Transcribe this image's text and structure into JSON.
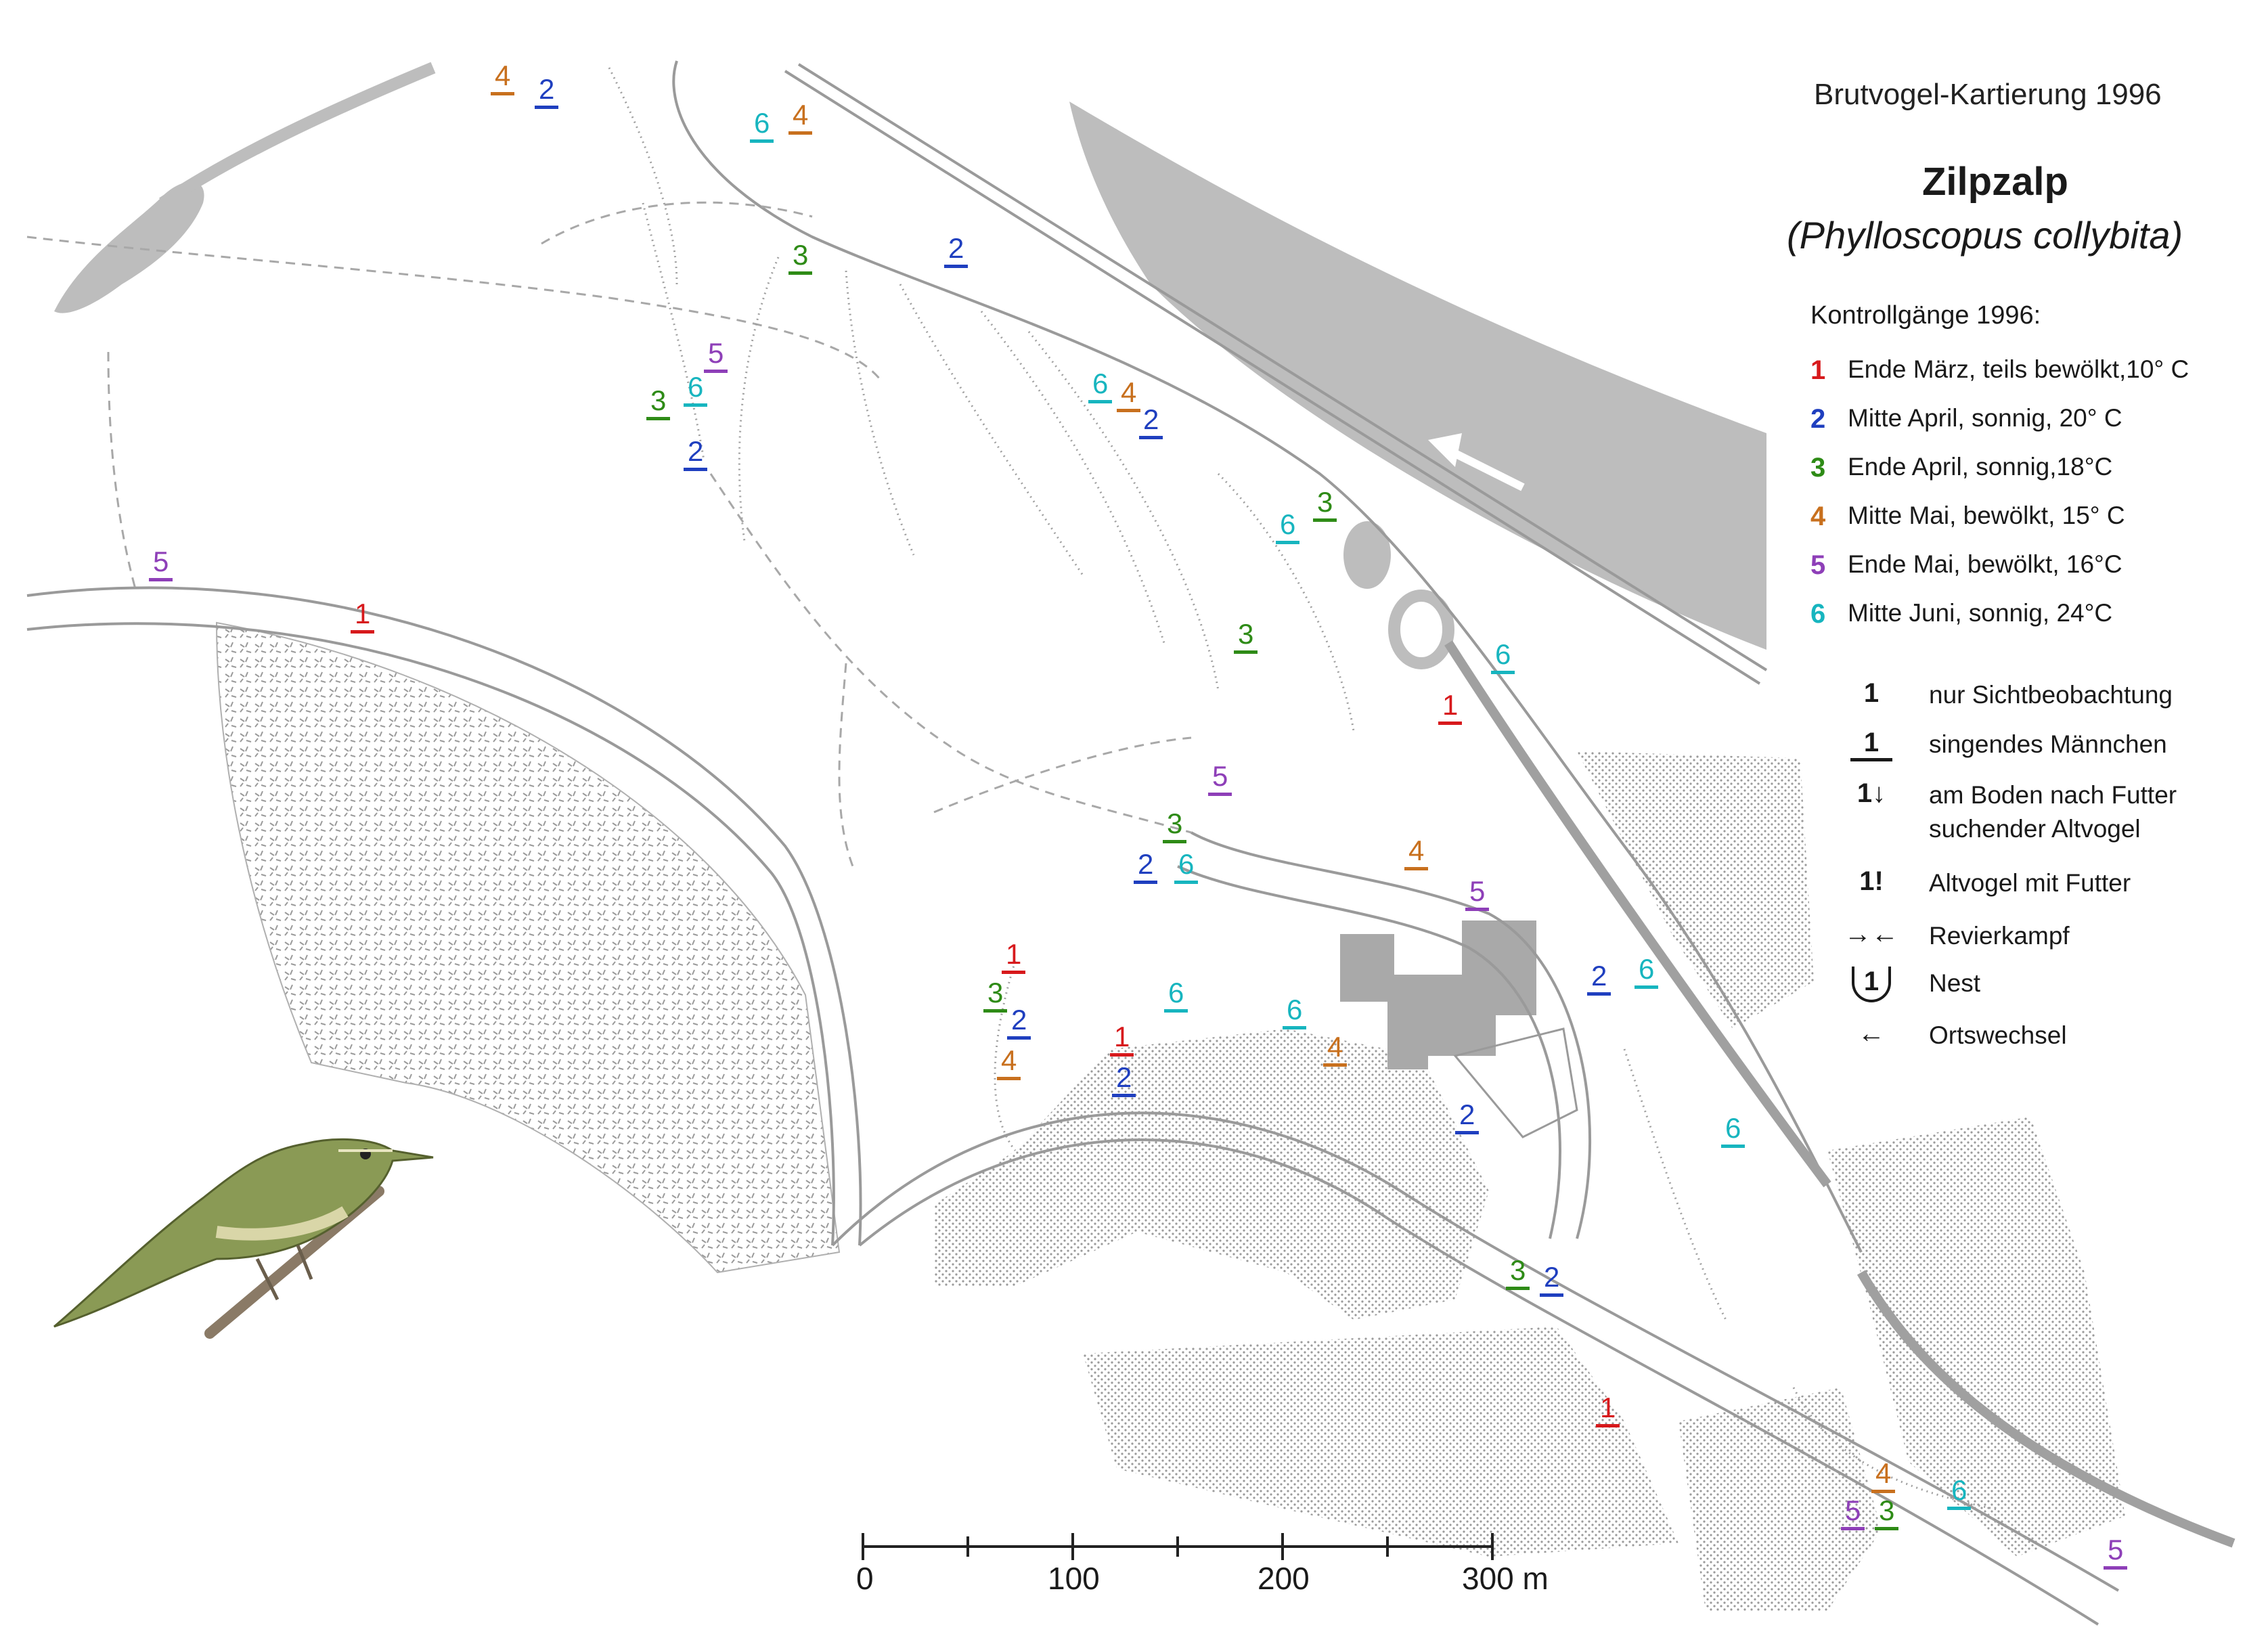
{
  "title": "Brutvogel-Kartierung 1996",
  "species": {
    "name": "Zilpzalp",
    "latin": "(Phylloscopus collybita)"
  },
  "legend": {
    "heading": "Kontrollgänge 1996:",
    "visits": [
      {
        "num": "1",
        "label": "Ende März, teils bewölkt,10° C",
        "color": "#d7191c"
      },
      {
        "num": "2",
        "label": "Mitte April, sonnig, 20° C",
        "color": "#1f3fbf"
      },
      {
        "num": "3",
        "label": "Ende April, sonnig,18°C",
        "color": "#2e8b16"
      },
      {
        "num": "4",
        "label": "Mitte Mai, bewölkt, 15° C",
        "color": "#c8701e"
      },
      {
        "num": "5",
        "label": "Ende Mai, bewölkt, 16°C",
        "color": "#8e3fb8"
      },
      {
        "num": "6",
        "label": "Mitte Juni, sonnig, 24°C",
        "color": "#17b5bf"
      }
    ],
    "symbols": [
      {
        "glyph": "1",
        "icon": "sight-observation-icon",
        "label": "nur Sichtbeobachtung"
      },
      {
        "glyph": "1",
        "icon": "singing-male-icon",
        "label": "singendes Männchen"
      },
      {
        "glyph": "1↓",
        "icon": "foraging-icon",
        "label": "am Boden nach Futter suchender Altvogel"
      },
      {
        "glyph": "1!",
        "icon": "feeding-icon",
        "label": "Altvogel mit Futter"
      },
      {
        "glyph": "→←",
        "icon": "territorial-fight-icon",
        "label": "Revierkampf"
      },
      {
        "glyph": "1",
        "icon": "nest-icon",
        "label": "Nest"
      },
      {
        "glyph": "←",
        "icon": "movement-arrow-icon",
        "label": "Ortswechsel"
      }
    ]
  },
  "scale": {
    "ticks": [
      "0",
      "100",
      "200",
      "300 m"
    ]
  },
  "colors": {
    "water": "#bdbdbd",
    "building": "#a9a9a9",
    "path": "#9a9a9a",
    "hatch": "#b5b5b5"
  },
  "observations": [
    {
      "visit": 4,
      "label": "4"
    },
    {
      "visit": 2,
      "label": "2"
    },
    {
      "visit": 6,
      "label": "6"
    },
    {
      "visit": 4,
      "label": "4"
    },
    {
      "visit": 3,
      "label": "3"
    },
    {
      "visit": 2,
      "label": "2"
    },
    {
      "visit": 5,
      "label": "5"
    },
    {
      "visit": 3,
      "label": "3"
    },
    {
      "visit": 6,
      "label": "6"
    },
    {
      "visit": 2,
      "label": "2"
    },
    {
      "visit": 6,
      "label": "6"
    },
    {
      "visit": 4,
      "label": "4"
    },
    {
      "visit": 2,
      "label": "2"
    },
    {
      "visit": 6,
      "label": "6"
    },
    {
      "visit": 3,
      "label": "3"
    },
    {
      "visit": 5,
      "label": "5"
    },
    {
      "visit": 1,
      "label": "1"
    },
    {
      "visit": 3,
      "label": "3"
    },
    {
      "visit": 6,
      "label": "6"
    },
    {
      "visit": 1,
      "label": "1"
    },
    {
      "visit": 5,
      "label": "5"
    },
    {
      "visit": 3,
      "label": "3"
    },
    {
      "visit": 2,
      "label": "2"
    },
    {
      "visit": 6,
      "label": "6"
    },
    {
      "visit": 4,
      "label": "4"
    },
    {
      "visit": 5,
      "label": "5"
    },
    {
      "visit": 1,
      "label": "1"
    },
    {
      "visit": 3,
      "label": "3"
    },
    {
      "visit": 2,
      "label": "2"
    },
    {
      "visit": 4,
      "label": "4"
    },
    {
      "visit": 1,
      "label": "1"
    },
    {
      "visit": 2,
      "label": "2"
    },
    {
      "visit": 6,
      "label": "6"
    },
    {
      "visit": 6,
      "label": "6"
    },
    {
      "visit": 4,
      "label": "4"
    },
    {
      "visit": 2,
      "label": "2"
    },
    {
      "visit": 6,
      "label": "6"
    },
    {
      "visit": 2,
      "label": "2"
    },
    {
      "visit": 6,
      "label": "6"
    },
    {
      "visit": 3,
      "label": "3"
    },
    {
      "visit": 2,
      "label": "2"
    },
    {
      "visit": 1,
      "label": "1"
    },
    {
      "visit": 4,
      "label": "4"
    },
    {
      "visit": 6,
      "label": "6"
    },
    {
      "visit": 5,
      "label": "5"
    },
    {
      "visit": 3,
      "label": "3"
    },
    {
      "visit": 5,
      "label": "5"
    }
  ]
}
